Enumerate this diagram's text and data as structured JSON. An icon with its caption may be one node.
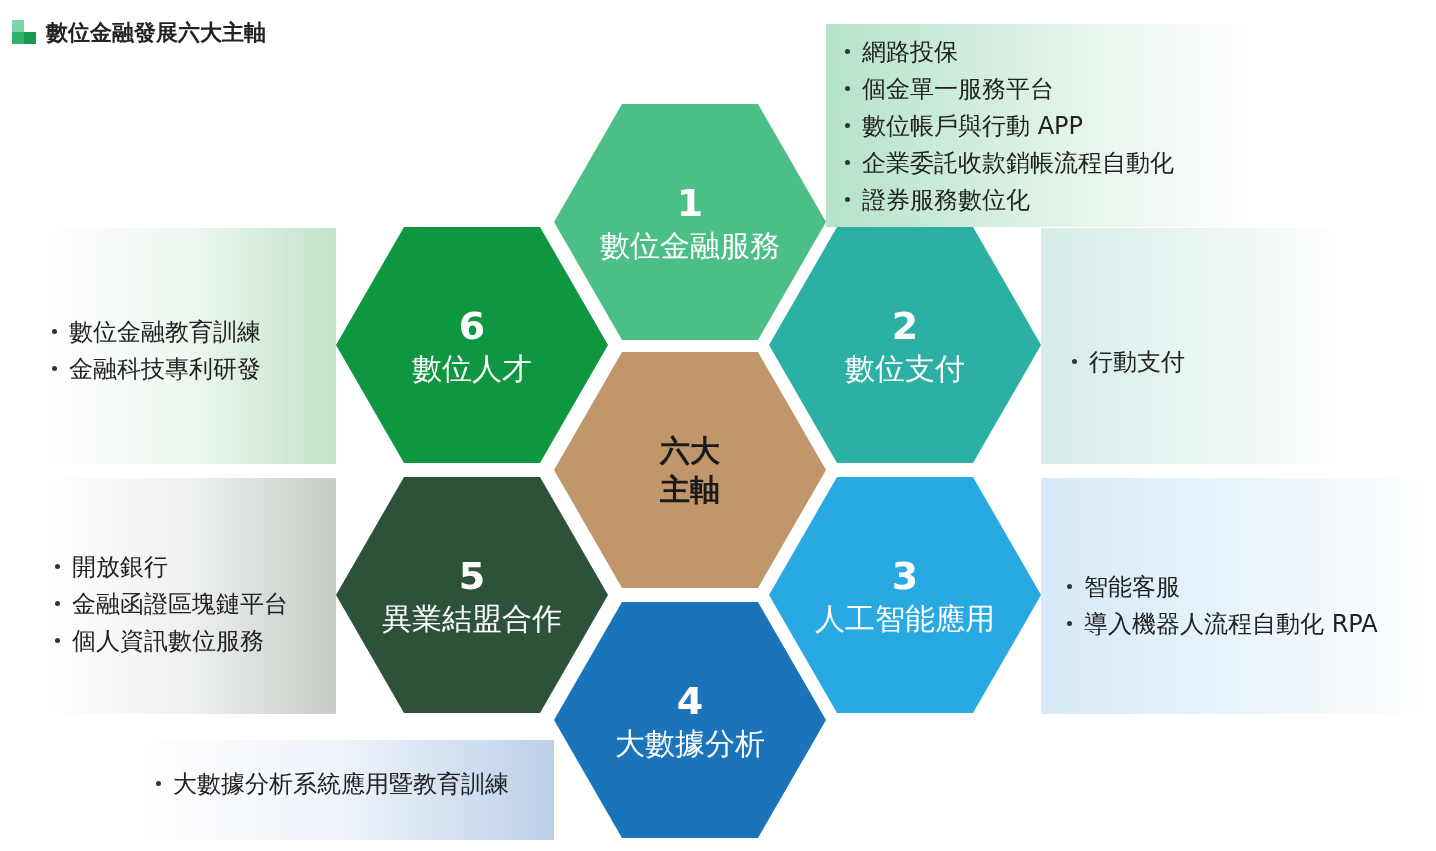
{
  "diagram": {
    "title": "數位金融發展六大主軸",
    "nodes": [
      {
        "text": [
          "六大主軸"
        ]
      },
      {
        "text": [
          "1",
          "數位金融服務"
        ],
        "beside": [
          "網路投保",
          "個金單一服務平台",
          "數位帳戶與行動 APP",
          "企業委託收款銷帳流程自動化",
          "證券服務數位化"
        ]
      },
      {
        "text": [
          "2",
          "數位支付"
        ],
        "beside": [
          "行動支付"
        ]
      },
      {
        "text": [
          "3",
          "人工智能應用"
        ],
        "beside": [
          "智能客服",
          "導入機器人流程自動化 RPA"
        ]
      },
      {
        "text": [
          "4",
          "大數據分析"
        ],
        "beside": [
          "大數據分析系統應用暨教育訓練"
        ]
      },
      {
        "text": [
          "5",
          "異業結盟合作"
        ],
        "beside": [
          "開放銀行",
          "金融函證區塊鏈平台",
          "個人資訊數位服務"
        ]
      },
      {
        "text": [
          "6",
          "數位人才"
        ],
        "beside": [
          "數位金融教育訓練",
          "金融科技專利研發"
        ]
      }
    ],
    "edges": []
  }
}
